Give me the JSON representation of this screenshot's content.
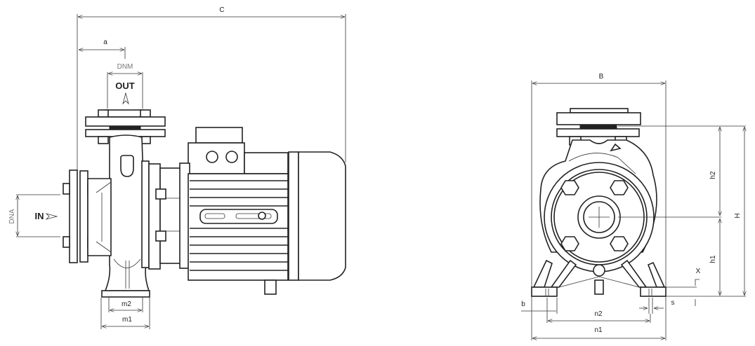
{
  "side_view": {
    "dimensions": {
      "overall_length": "C",
      "outlet_offset": "a",
      "outlet_diameter": "DNM",
      "inlet_diameter": "DNA",
      "foot_inner_width": "m2",
      "foot_outer_width": "m1"
    },
    "outlet_label": "OUT",
    "inlet_label": "IN"
  },
  "front_view": {
    "dimensions": {
      "overall_width": "B",
      "upper_height": "h2",
      "total_height": "H",
      "lower_height": "h1",
      "base_thickness": "X",
      "hole_offset": "b",
      "slot_width": "s",
      "hole_spacing": "n2",
      "base_width": "n1"
    }
  }
}
